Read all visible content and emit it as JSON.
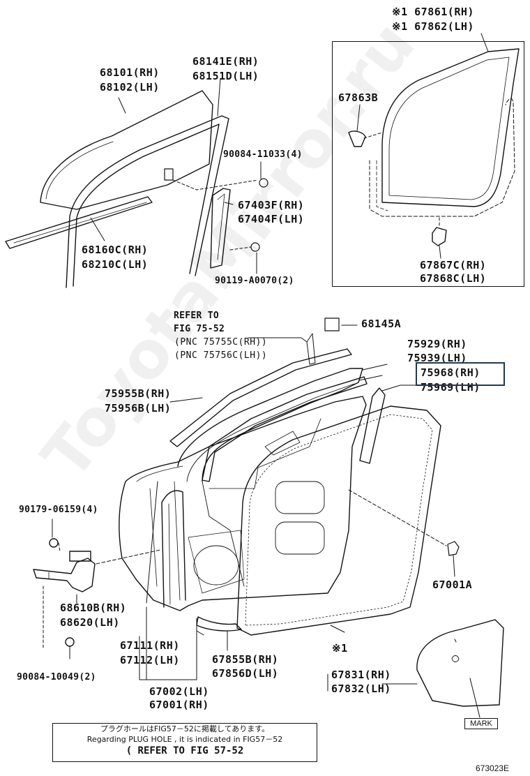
{
  "labels": {
    "p67861": "※1 67861(RH)",
    "p67862": "※1 67862(LH)",
    "p68101": "68101(RH)",
    "p68102": "68102(LH)",
    "p68141e": "68141E(RH)",
    "p68151d": "68151D(LH)",
    "p67863b": "67863B",
    "p90084_11033": "90084-11033(4)",
    "p67403f": "67403F(RH)",
    "p67404f": "67404F(LH)",
    "p68160c": "68160C(RH)",
    "p68210c": "68210C(LH)",
    "p90119": "90119-A0070(2)",
    "p67867c": "67867C(RH)",
    "p67868c": "67868C(LH)",
    "refer_to": "REFER TO",
    "fig_75_52": "FIG 75-52",
    "pnc_rh": "(PNC 75755C(RH))",
    "pnc_lh": "(PNC 75756C(LH))",
    "p68145a": "68145A",
    "p75929": "75929(RH)",
    "p75939": "75939(LH)",
    "p75968": "75968(RH)",
    "p75969": "75969(LH)",
    "p75955b": "75955B(RH)",
    "p75956b": "75956B(LH)",
    "p90179": "90179-06159(4)",
    "p67001a": "67001A",
    "p68610b": "68610B(RH)",
    "p68620": "68620(LH)",
    "p67111": "67111(RH)",
    "p67112": "67112(LH)",
    "p67855b": "67855B(RH)",
    "p67856d": "67856D(LH)",
    "p90084_10049": "90084-10049(2)",
    "p67002": "67002(LH)",
    "p67001": "67001(RH)",
    "p67831": "67831(RH)",
    "p67832": "67832(LH)",
    "star1": "※1",
    "mark": "MARK"
  },
  "note": {
    "line1": "プラグホールはFIG57－52に掲載してあります。",
    "line2": "Regarding PLUG HOLE , it is indicated in FIG57－52",
    "line3": "( REFER TO FIG 57-52"
  },
  "figure_id": "673023E",
  "watermark": "ToyotaMirror.ru",
  "highlight_color": "#22384f"
}
